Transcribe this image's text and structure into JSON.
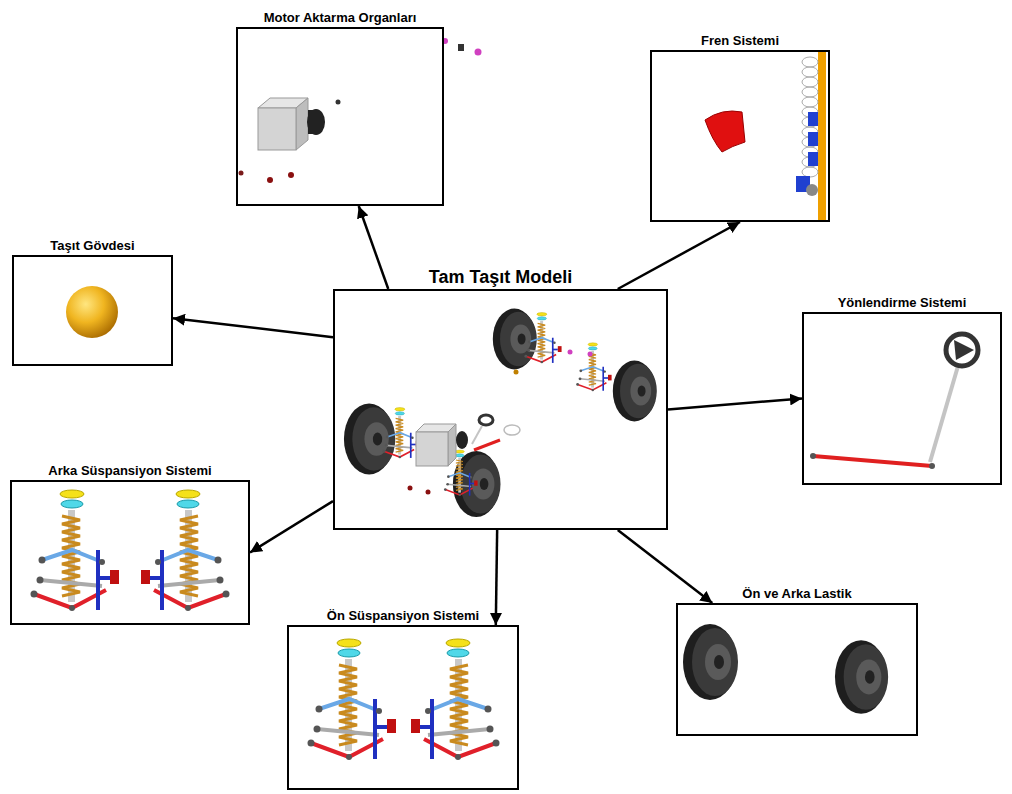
{
  "diagram": {
    "nodes": [
      {
        "text": [
          "Motor Aktarma Organları"
        ]
      },
      {
        "text": [
          "Fren Sistemi"
        ]
      },
      {
        "text": [
          "Taşıt Gövdesi"
        ]
      },
      {
        "text": [
          "Tam Taşıt Modeli"
        ]
      },
      {
        "text": [
          "Yönlendirme Sistemi"
        ]
      },
      {
        "text": [
          "Arka Süspansiyon Sistemi"
        ]
      },
      {
        "text": [
          "Ön Süspansiyon Sistemi"
        ]
      },
      {
        "text": [
          "Ön ve Arka Lastik"
        ]
      }
    ],
    "edges": [
      {
        "from": 3,
        "to": 0,
        "arrow": "to"
      },
      {
        "from": 3,
        "to": 1,
        "arrow": "to"
      },
      {
        "from": 3,
        "to": 2,
        "arrow": "to"
      },
      {
        "from": 3,
        "to": 4,
        "arrow": "to"
      },
      {
        "from": 3,
        "to": 5,
        "arrow": "to"
      },
      {
        "from": 3,
        "to": 6,
        "arrow": "to"
      },
      {
        "from": 3,
        "to": 7,
        "arrow": "to"
      }
    ]
  }
}
